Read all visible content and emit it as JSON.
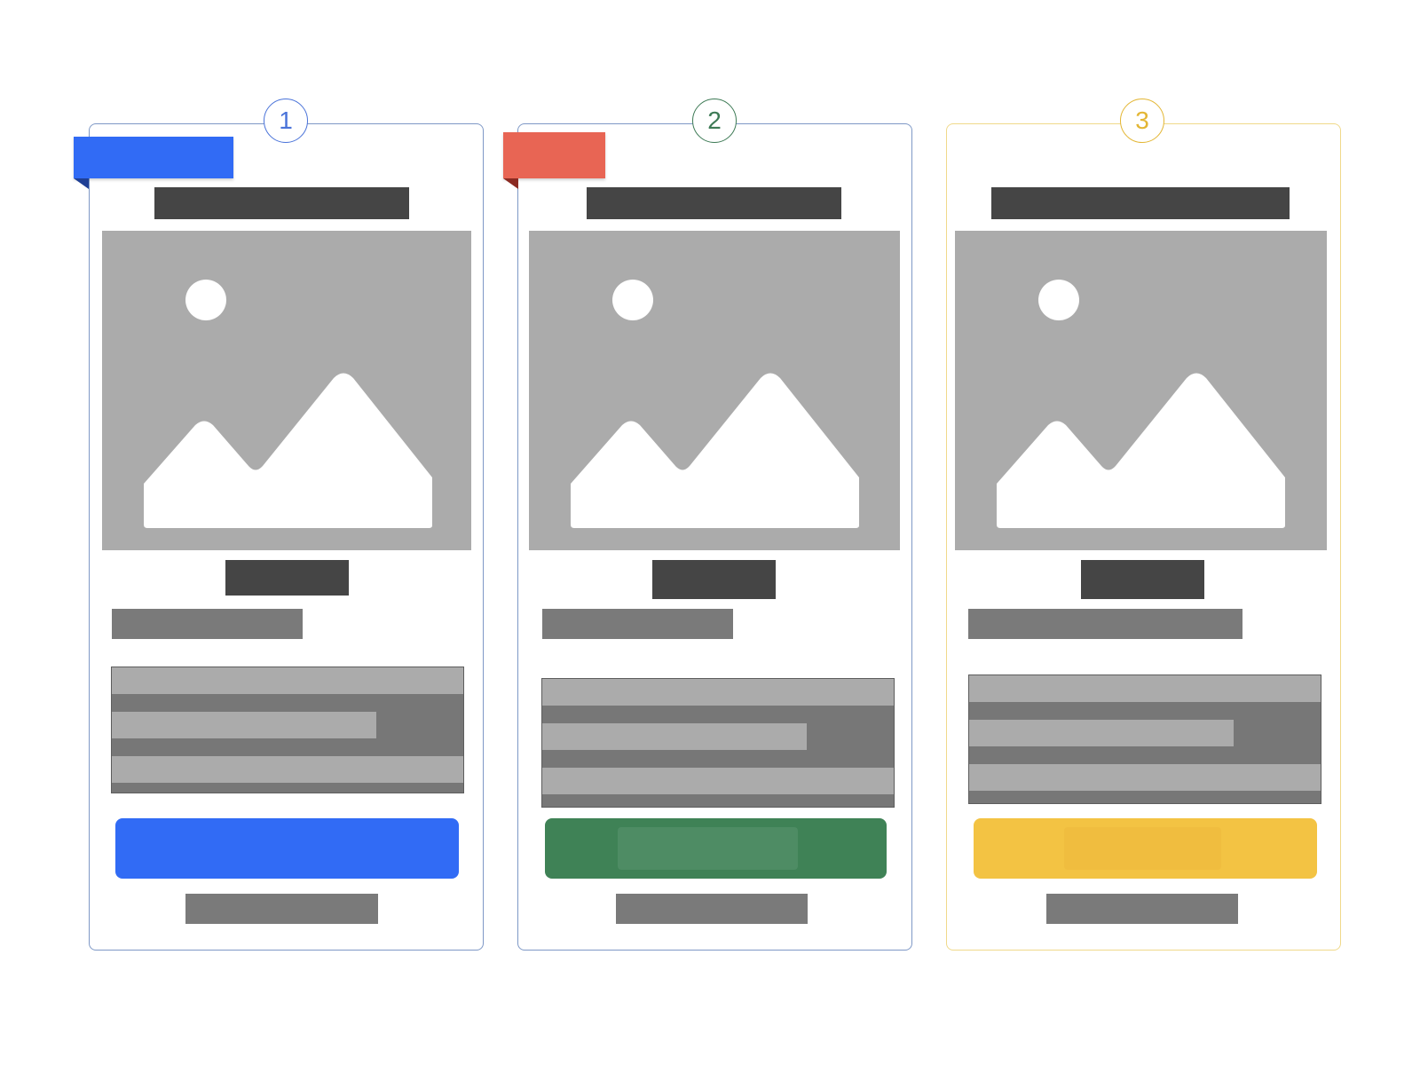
{
  "cards": [
    {
      "badge": "1",
      "badge_color": "#4a73d9",
      "ribbon_color": "#316bf5",
      "button_color": "#316bf5"
    },
    {
      "badge": "2",
      "badge_color": "#3d7a55",
      "ribbon_color": "#e86554",
      "button_color": "#3f8256"
    },
    {
      "badge": "3",
      "badge_color": "#e3b634",
      "ribbon_color": "",
      "button_color": "#f3c343"
    }
  ],
  "colors": {
    "card_border": "#7e98c6",
    "placeholder_dark": "#454545",
    "placeholder_mid": "#7a7a7a",
    "placeholder_light": "#ababab"
  }
}
